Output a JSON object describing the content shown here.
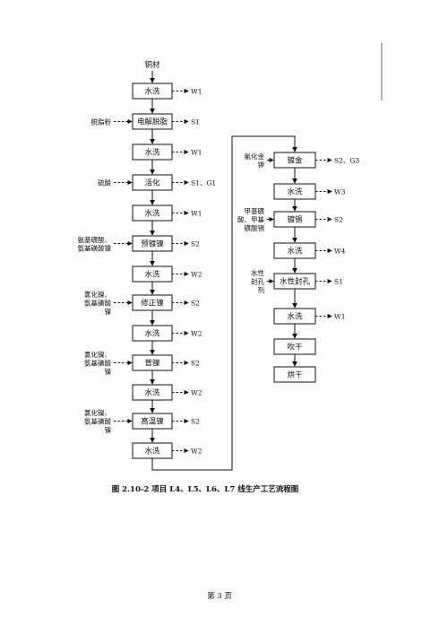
{
  "diagram": {
    "start_label": "铜材",
    "left_column": [
      {
        "label": "水洗",
        "input": [],
        "output": "W1"
      },
      {
        "label": "电解脱脂",
        "input": [
          "脱脂粉"
        ],
        "output": "S1"
      },
      {
        "label": "水洗",
        "input": [],
        "output": "W1"
      },
      {
        "label": "活化",
        "input": [
          "硫酸"
        ],
        "output": "S1、G1"
      },
      {
        "label": "水洗",
        "input": [],
        "output": "W1"
      },
      {
        "label": "预镀镍",
        "input": [
          "氨基磺酸、",
          "氨基磺酸镍"
        ],
        "output": "S2"
      },
      {
        "label": "水洗",
        "input": [],
        "output": "W2"
      },
      {
        "label": "修正镍",
        "input": [
          "氯化镍、",
          "氨基磺酸",
          "镍"
        ],
        "output": "S2"
      },
      {
        "label": "水洗",
        "input": [],
        "output": "W2"
      },
      {
        "label": "普镍",
        "input": [
          "氯化镍、",
          "氨基磺酸",
          "镍"
        ],
        "output": "S2"
      },
      {
        "label": "水洗",
        "input": [],
        "output": "W2"
      },
      {
        "label": "高温镍",
        "input": [
          "氯化镍、",
          "氨基磺酸",
          "镍"
        ],
        "output": "S2"
      },
      {
        "label": "水洗",
        "input": [],
        "output": "W2"
      }
    ],
    "right_column": [
      {
        "label": "镀金",
        "input": [
          "氰化金",
          "钾"
        ],
        "output": "S2、G3"
      },
      {
        "label": "水洗",
        "input": [],
        "output": "W3"
      },
      {
        "label": "镀锡",
        "input": [
          "甲基磺",
          "酸、甲基",
          "磺酸锡"
        ],
        "output": "S2"
      },
      {
        "label": "水洗",
        "input": [],
        "output": "W4"
      },
      {
        "label": "水性封孔",
        "input": [
          "水性",
          "封孔",
          "剂"
        ],
        "output": "S1"
      },
      {
        "label": "水洗",
        "input": [],
        "output": "W1"
      },
      {
        "label": "吹干",
        "input": [],
        "output": ""
      },
      {
        "label": "烘干",
        "input": [],
        "output": ""
      }
    ]
  },
  "caption": "图 2.10-2  项目 L4、L5、L6、L7 线生产工艺流程图",
  "page_number": "第 3 页"
}
